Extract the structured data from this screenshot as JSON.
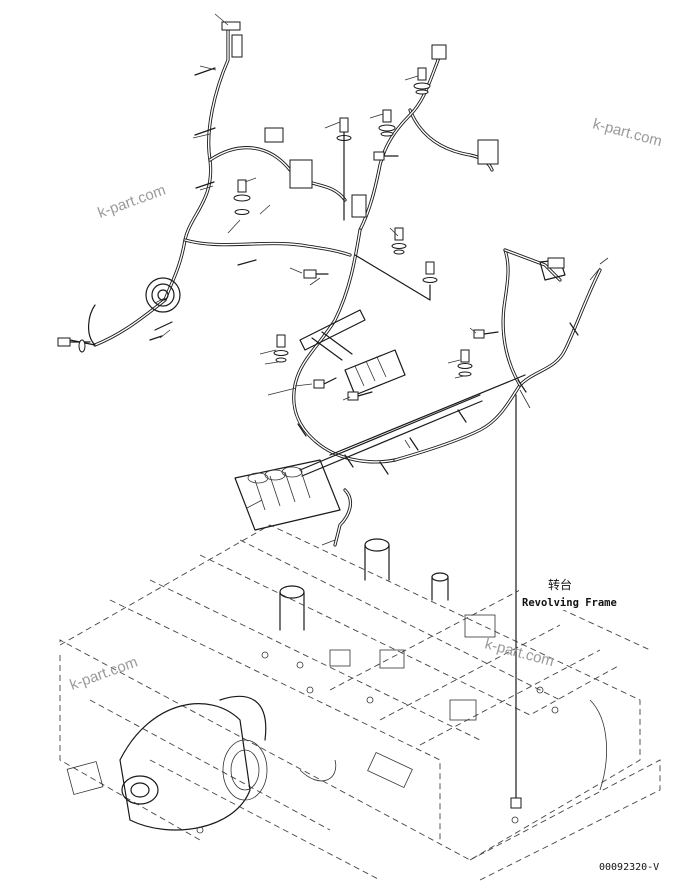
{
  "labels": {
    "revolving_frame_cn": "转台",
    "revolving_frame_en": "Revolving Frame",
    "drawing_code": "00092320-V"
  },
  "watermarks": [
    "k-part.com",
    "k-part.com",
    "k-part.com",
    "k-part.com"
  ],
  "colors": {
    "line": "#1a1a1a",
    "background": "#ffffff",
    "watermark": "#9a9a9a"
  }
}
